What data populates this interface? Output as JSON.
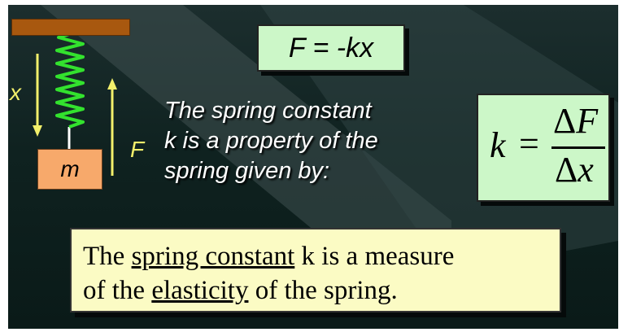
{
  "formula_force": "F = -kx",
  "formula_k": {
    "lhs": "k",
    "equals": "=",
    "numerator_delta": "Δ",
    "numerator_var": "F",
    "denominator_delta": "Δ",
    "denominator_var": "x"
  },
  "explanation_lines": [
    "The spring constant",
    "k is a property of the",
    "spring given by:"
  ],
  "measure": {
    "line1_pre": "The ",
    "line1_underlined": "spring constant",
    "line1_post": " k is a measure",
    "line2_pre": "of the ",
    "line2_underlined": "elasticity",
    "line2_post": " of the spring."
  },
  "diagram": {
    "x_label": "x",
    "f_label": "F",
    "mass_label": "m",
    "spring_color": "#33e22e",
    "arrow_color": "#f3f06b"
  },
  "colors": {
    "formula_box": "#ccf7c8",
    "measure_box": "#fbfbc4",
    "mass_block": "#f7a96b",
    "ceiling": "#a8580f"
  }
}
